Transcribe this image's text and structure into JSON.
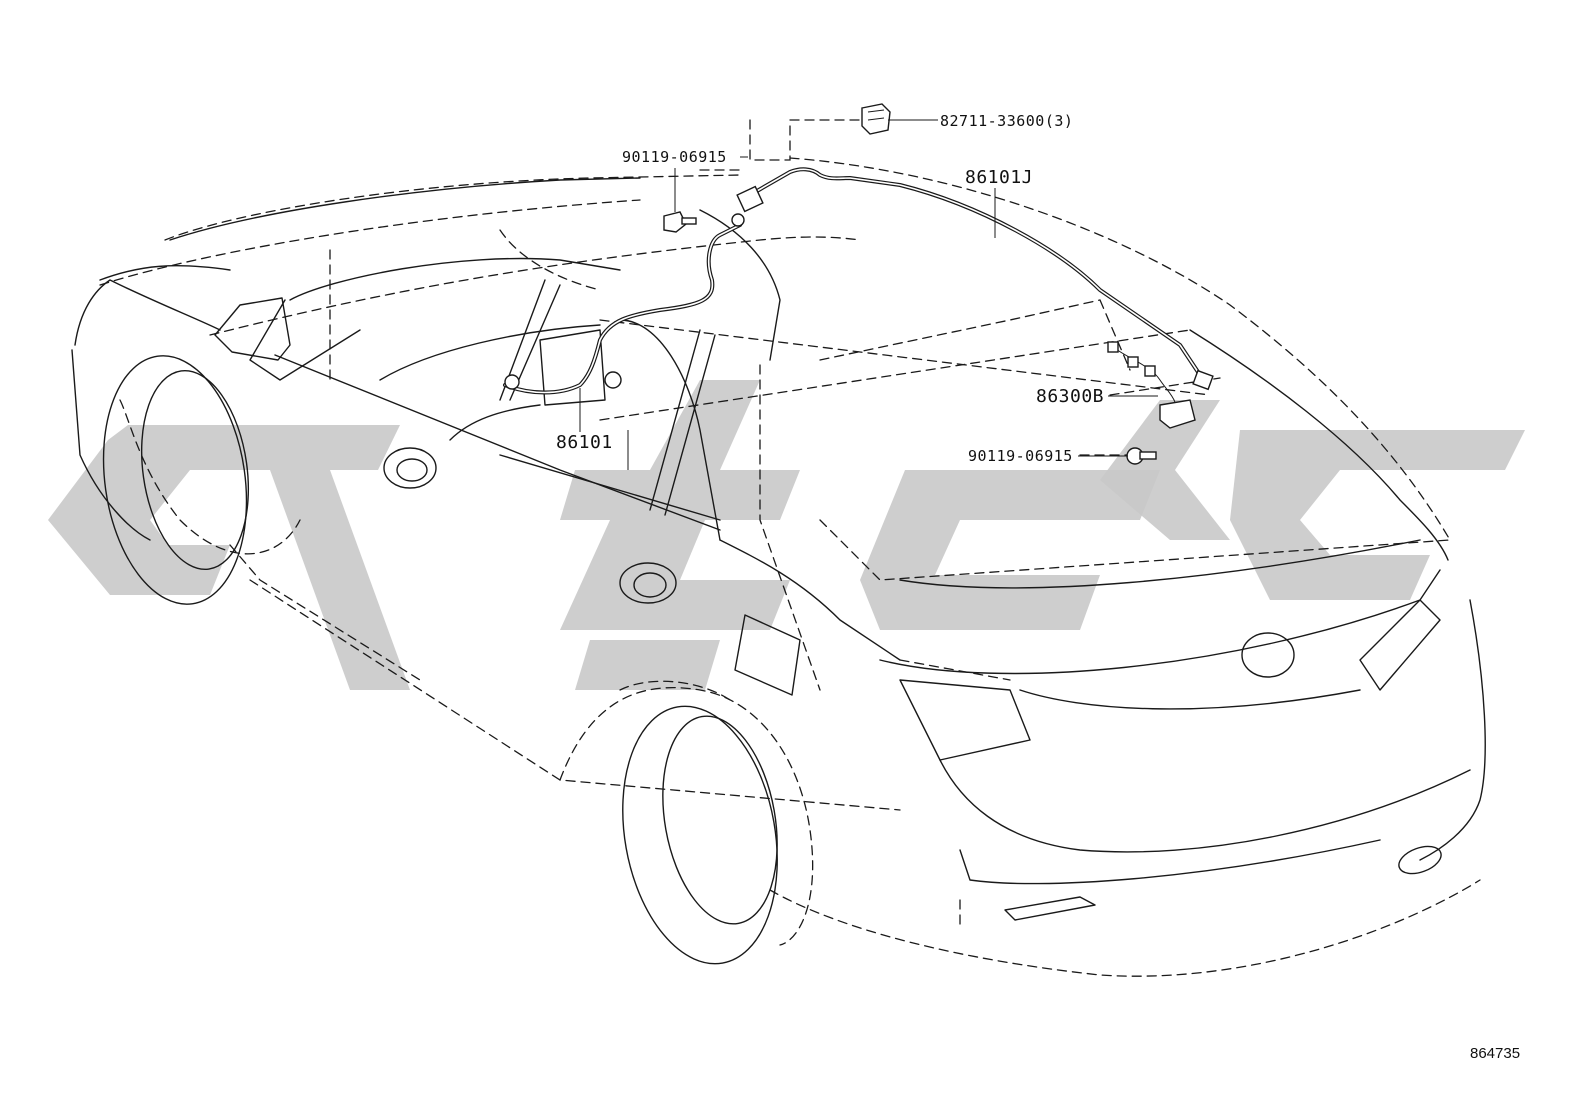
{
  "callouts": {
    "clip": "82711-33600(3)",
    "bolt_upper": "90119-06915",
    "antenna_cable_main": "86101J",
    "antenna_cable_front": "86101",
    "antenna_assembly": "86300B",
    "bolt_lower": "90119-06915"
  },
  "illustration_number": "864735",
  "watermark_color": "#c9c9c9",
  "line_color": "#1a1a1a"
}
